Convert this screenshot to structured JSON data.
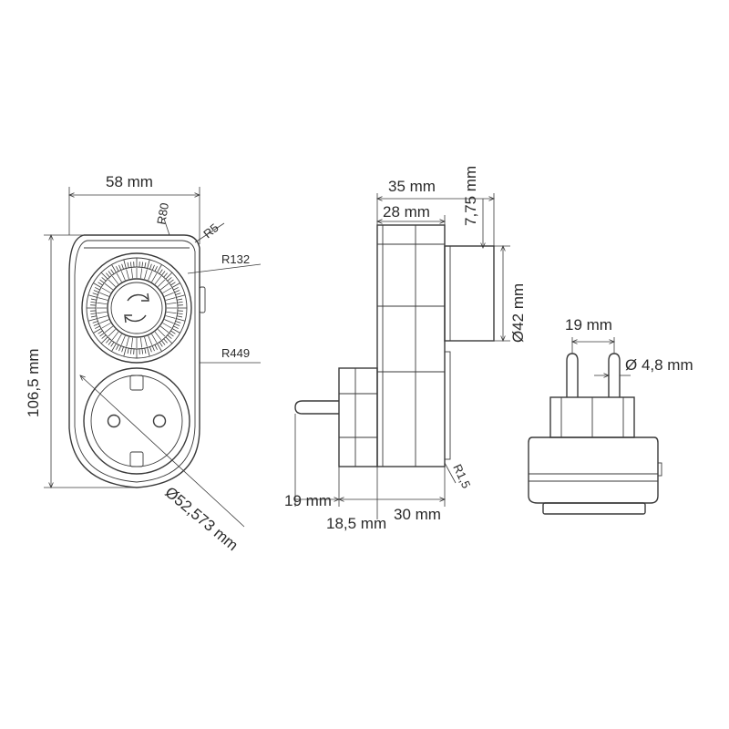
{
  "front_view": {
    "width": "58 mm",
    "height": "106,5 mm",
    "socket_diameter": "Ø52,573 mm",
    "r80": "R80",
    "r5": "R5",
    "r132": "R132",
    "r449": "R449"
  },
  "side_view": {
    "depth_35": "35 mm",
    "depth_28": "28 mm",
    "offset": "7,75 mm",
    "dial_diameter": "Ø42 mm",
    "pin_19": "19 mm",
    "pin_18_5": "18,5 mm",
    "body_30": "30 mm",
    "radius": "R1,5"
  },
  "plug_view": {
    "pin_spacing": "19 mm",
    "pin_diameter": "Ø 4,8 mm"
  },
  "colors": {
    "line": "#3a3a3a",
    "text": "#2a2a2a"
  }
}
